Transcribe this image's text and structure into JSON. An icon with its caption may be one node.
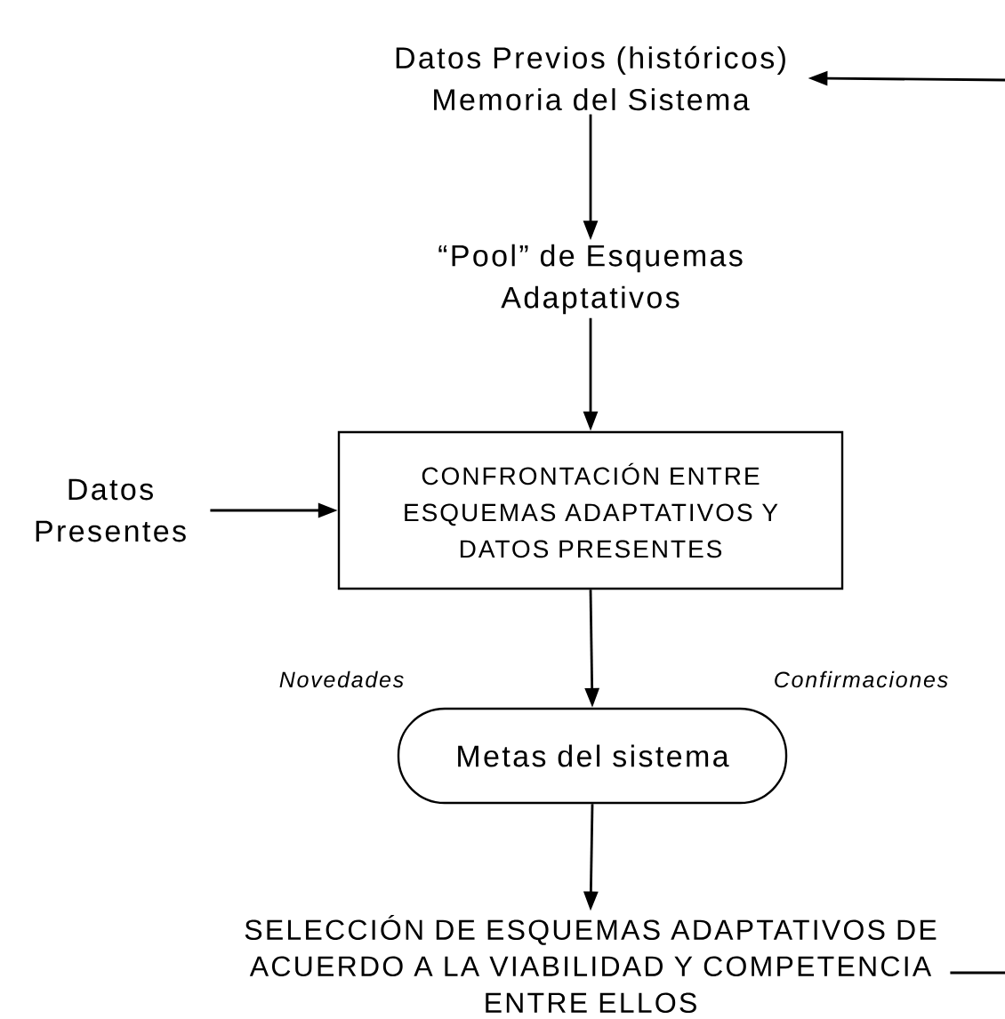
{
  "diagram": {
    "nodes": [
      {
        "text": [
          "Datos Previos (históricos) Memoria del Sistema"
        ]
      },
      {
        "text": [
          "“Pool” de Esquemas Adaptativos"
        ]
      },
      {
        "text": [
          "CONFRONTACIÓN ENTRE ESQUEMAS ADAPTATIVOS Y DATOS PRESENTES"
        ]
      },
      {
        "text": [
          "Datos Presentes"
        ]
      },
      {
        "text": [
          "Metas del sistema"
        ]
      },
      {
        "text": [
          "SELECCIÓN DE ESQUEMAS ADAPTATIVOS DE ACUERDO A LA VIABILIDAD Y COMPETENCIA ENTRE ELLOS"
        ]
      }
    ],
    "edges": [
      {
        "from": null,
        "to": 0,
        "arrow": "to"
      },
      {
        "from": 0,
        "to": 1,
        "arrow": "to"
      },
      {
        "from": 1,
        "to": 2,
        "arrow": "to"
      },
      {
        "from": 3,
        "to": 2,
        "arrow": "to"
      },
      {
        "from": 2,
        "to": 4,
        "arrow": "to"
      },
      {
        "from": 4,
        "to": 5,
        "arrow": "to"
      },
      {
        "from": 5,
        "to": null,
        "arrow": "none"
      }
    ],
    "labels": [
      "Novedades",
      "Confirmaciones"
    ]
  }
}
